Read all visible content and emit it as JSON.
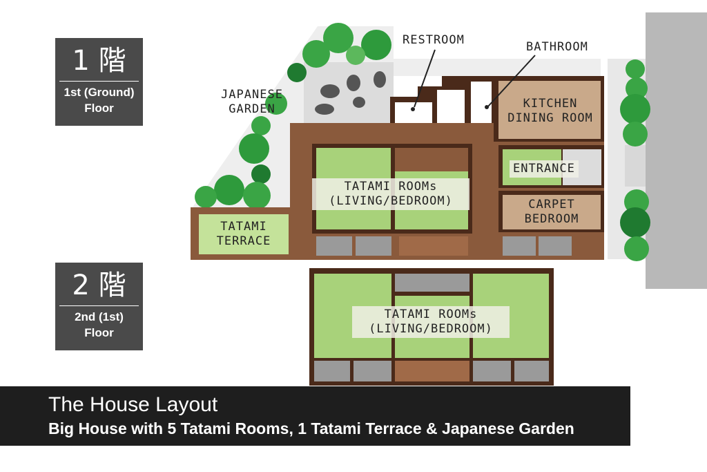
{
  "floors": [
    {
      "kanji": "1 階",
      "label_line1": "1st (Ground)",
      "label_line2": "Floor"
    },
    {
      "kanji": "2 階",
      "label_line1": "2nd (1st)",
      "label_line2": "Floor"
    }
  ],
  "rooms": {
    "restroom": "RESTROOM",
    "bathroom": "BATHROOM",
    "garden_line1": "JAPANESE",
    "garden_line2": "GARDEN",
    "kitchen_line1": "KITCHEN",
    "kitchen_line2": "DINING ROOM",
    "entrance": "ENTRANCE",
    "carpet_line1": "CARPET",
    "carpet_line2": "BEDROOM",
    "terrace_line1": "TATAMI",
    "terrace_line2": "TERRACE",
    "tatami1_line1": "TATAMI ROOMs",
    "tatami1_line2": "(LIVING/BEDROOM)",
    "tatami2_line1": "TATAMI ROOMs",
    "tatami2_line2": "(LIVING/BEDROOM)"
  },
  "footer": {
    "title": "The House Layout",
    "subtitle": "Big House with 5 Tatami Rooms, 1 Tatami Terrace & Japanese Garden"
  },
  "colors": {
    "wall": "#8a5a3c",
    "dark_wall": "#4a2a1a",
    "tatami": "#a8d27a",
    "tatami_light": "#c4e29a",
    "tree": "#3aa545",
    "tree_dark": "#1f7a30",
    "street": "#b8b8b8",
    "badge": "#4a4a4a",
    "footer": "#1e1e1e"
  }
}
